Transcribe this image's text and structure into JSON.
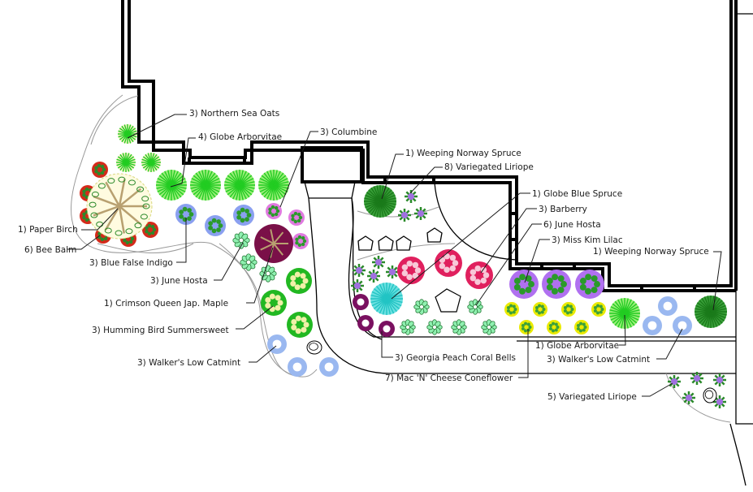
{
  "plan": {
    "labels": [
      {
        "id": "northern-sea-oats",
        "text": "3) Northern Sea Oats"
      },
      {
        "id": "globe-arborvitae-4",
        "text": "4) Globe Arborvitae"
      },
      {
        "id": "columbine",
        "text": "3) Columbine"
      },
      {
        "id": "weeping-norway-spruce-a",
        "text": "1) Weeping Norway Spruce"
      },
      {
        "id": "variegated-liriope-8",
        "text": "8) Variegated Liriope"
      },
      {
        "id": "globe-blue-spruce",
        "text": "1) Globe Blue Spruce"
      },
      {
        "id": "barberry",
        "text": "3) Barberry"
      },
      {
        "id": "june-hosta-6",
        "text": "6) June Hosta"
      },
      {
        "id": "miss-kim-lilac",
        "text": "3) Miss Kim Lilac"
      },
      {
        "id": "weeping-norway-spruce-b",
        "text": "1) Weeping Norway Spruce"
      },
      {
        "id": "paper-birch",
        "text": "1) Paper Birch"
      },
      {
        "id": "bee-balm",
        "text": "6) Bee Balm"
      },
      {
        "id": "blue-false-indigo",
        "text": "3) Blue False Indigo"
      },
      {
        "id": "june-hosta-3",
        "text": "3) June Hosta"
      },
      {
        "id": "crimson-queen-maple",
        "text": "1) Crimson Queen Jap. Maple"
      },
      {
        "id": "humming-bird-summersweet",
        "text": "3) Humming Bird Summersweet"
      },
      {
        "id": "walkers-low-catmint-a",
        "text": "3) Walker's Low Catmint"
      },
      {
        "id": "georgia-peach-coral-bells",
        "text": "3) Georgia Peach Coral Bells"
      },
      {
        "id": "mac-n-cheese-coneflower",
        "text": "7) Mac 'N' Cheese Coneflower"
      },
      {
        "id": "globe-arborvitae-1",
        "text": "1) Globe Arborvitae"
      },
      {
        "id": "walkers-low-catmint-b",
        "text": "3) Walker's Low Catmint"
      },
      {
        "id": "variegated-liriope-5",
        "text": "5) Variegated Liriope"
      }
    ],
    "colors": {
      "arborvitae": "#22cc22",
      "arborvitae_light": "#99ee77",
      "spruce_dark": "#1a7a1a",
      "blue_spruce": "#22c4c4",
      "barberry": "#e0205e",
      "bee_balm": "#d42a1a",
      "false_indigo": "#8aa0f0",
      "columbine": "#e07ae0",
      "maple": "#7a1048",
      "hosta": "#8ff0b0",
      "summersweet": "#22b822",
      "summersweet_light": "#f0f0a8",
      "catmint": "#9ab8f0",
      "coral_bells": "#7a1060",
      "coneflower": "#eaea00",
      "lilac": "#b070f0",
      "liriope": "#2a8a2a",
      "liriope_flower": "#a070e0",
      "birch": "#b8a070"
    }
  }
}
